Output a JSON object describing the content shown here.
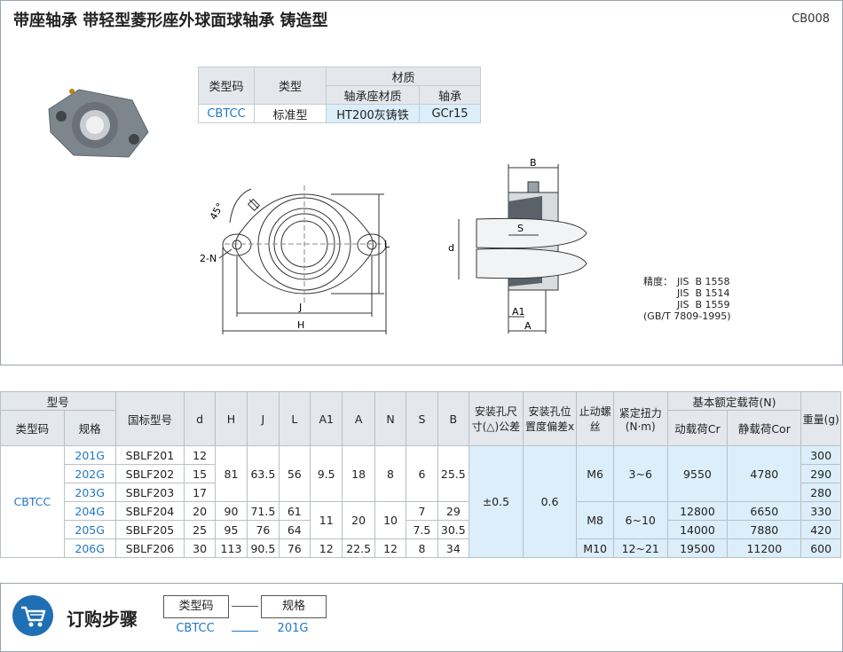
{
  "header": {
    "title": "带座轴承  带轻型菱形座外球面球轴承  铸造型",
    "code": "CB008"
  },
  "material_table": {
    "type_code_header": "类型码",
    "type_header": "类型",
    "material_header": "材质",
    "housing_header": "轴承座材质",
    "bearing_header": "轴承",
    "type_code": "CBTCC",
    "type": "标准型",
    "housing": "HT200灰铸铁",
    "bearing": "GCr15"
  },
  "drawing": {
    "angle": "45°",
    "n_label": "2-N",
    "j_label": "J",
    "h_label": "H",
    "l_label": "L",
    "b_label": "B",
    "s_label": "S",
    "d_label": "d",
    "a1_label": "A1",
    "a_label": "A"
  },
  "precision": {
    "label": "精度：",
    "lines": [
      "JIS  B 1558",
      "JIS  B 1514",
      "JIS  B 1559",
      "(GB/T 7809-1995)"
    ]
  },
  "spec_table": {
    "headers": {
      "model": "型号",
      "type_code": "类型码",
      "spec": "规格",
      "gb": "国标型号",
      "d": "d",
      "H": "H",
      "J": "J",
      "L": "L",
      "A1": "A1",
      "A": "A",
      "N": "N",
      "S": "S",
      "B": "B",
      "hole_tol": "安装孔尺寸(△)公差",
      "pos_tol": "安装孔位置度偏差x",
      "screw": "止动螺丝",
      "torque": "紧定扭力(N·m)",
      "load": "基本额定载荷(N)",
      "cr": "动载荷Cr",
      "cor": "静载荷Cor",
      "weight": "重量(g)"
    },
    "type_code": "CBTCC",
    "hole_tol": "±0.5",
    "pos_tol": "0.6",
    "rows": [
      {
        "spec": "201G",
        "gb": "SBLF201",
        "d": "12",
        "w": "300"
      },
      {
        "spec": "202G",
        "gb": "SBLF202",
        "d": "15",
        "w": "290"
      },
      {
        "spec": "203G",
        "gb": "SBLF203",
        "d": "17",
        "w": "280"
      },
      {
        "spec": "204G",
        "gb": "SBLF204",
        "d": "20",
        "w": "330"
      },
      {
        "spec": "205G",
        "gb": "SBLF205",
        "d": "25",
        "w": "420"
      },
      {
        "spec": "206G",
        "gb": "SBLF206",
        "d": "30",
        "w": "600"
      }
    ],
    "g1": {
      "H": "81",
      "J": "63.5",
      "L": "56",
      "A1": "9.5",
      "A": "18",
      "N": "8",
      "S": "6",
      "B": "25.5",
      "screw": "M6",
      "torque": "3~6",
      "cr": "9550",
      "cor": "4780"
    },
    "r204": {
      "H": "90",
      "J": "71.5",
      "L": "61",
      "S": "7",
      "B": "29",
      "cr": "12800",
      "cor": "6650"
    },
    "r205": {
      "H": "95",
      "J": "76",
      "L": "64",
      "S": "7.5",
      "B": "30.5",
      "cr": "14000",
      "cor": "7880"
    },
    "g2": {
      "A1": "11",
      "A": "20",
      "N": "10",
      "screw": "M8",
      "torque": "6~10"
    },
    "r206": {
      "H": "113",
      "J": "90.5",
      "L": "76",
      "A1": "12",
      "A": "22.5",
      "N": "12",
      "S": "8",
      "B": "34",
      "screw": "M10",
      "torque": "12~21",
      "cr": "19500",
      "cor": "11200"
    }
  },
  "order": {
    "title": "订购步骤",
    "step1": "类型码",
    "step2": "规格",
    "value1": "CBTCC",
    "value2": "201G"
  },
  "colors": {
    "accent": "#1f77c6",
    "header_bg": "#e4e7eb",
    "value_bg": "#dbeefa"
  }
}
